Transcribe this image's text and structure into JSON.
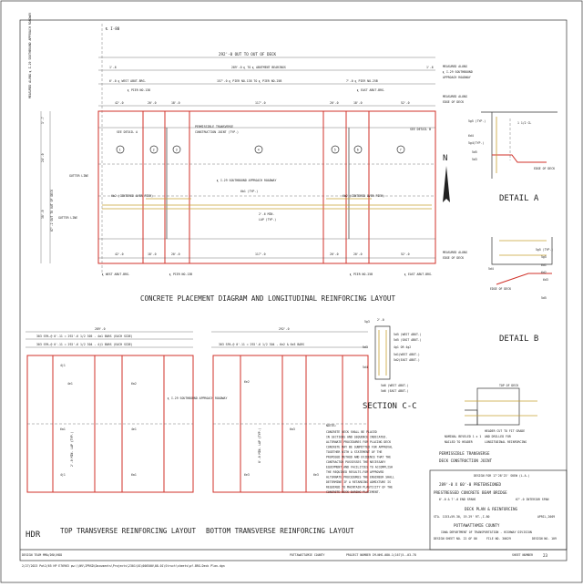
{
  "sheet": {
    "border_color": "#333333",
    "accent_color": "#d03028",
    "note_color": "#c8a030"
  },
  "plan": {
    "cl_i80": "℄ I-80",
    "overall_deck": "292'-0 OUT TO OUT OF DECK",
    "abut_bearings": "289'-0 ℄ TO ℄ ABUTMENT BEARINGS",
    "left_edge_dim": "1'-6",
    "right_edge_dim": "1'-6",
    "span1": "6'-0 ℄ WEST ABUT.BRG.",
    "span2": "157'-0 ℄ PIER NO.138 TO ℄ PIER NO.25B",
    "span3": "7'-0 ℄ PIER NO.25B",
    "pier1": "℄ PIER NO.138",
    "east_abut_top": "℄ EAST ABUT.BRG.",
    "measured_along1": "MEASURED ALONG",
    "measured_along2": "℄ I-29 SOUTHBOUND",
    "measured_along3": "APPROACH ROADWAY",
    "edge_of_deck_top": "MEASURED ALONG",
    "edge_of_deck_top2": "EDGE OF DECK",
    "see_detail_a": "SEE DETAIL A",
    "see_detail_b": "SEE DETAIL B",
    "transverse_joint1": "PERMISSIBLE TRANSVERSE",
    "transverse_joint2": "CONSTRUCTION JOINT (TYP.)",
    "gutter_line_top": "GUTTER LINE",
    "gutter_line_bot": "GUTTER LINE",
    "sb_approach": "℄ I-29 SOUTHBOUND APPROACH ROADWAY",
    "bar_6b2_left": "6b2 (CENTERED OVER PIER)",
    "bar_6b2_right": "6b2 (CENTERED OVER PIER)",
    "bar_6b1": "6b1 (TYP.)",
    "lap": "2'-6 MIN.",
    "lap2": "LAP (TYP.)",
    "seg_dims_top": [
      "42'-0",
      "20'-0",
      "18'-0",
      "117'-0",
      "20'-0",
      "18'-0",
      "52'-0"
    ],
    "seg_dims_bot": [
      "42'-0",
      "18'-0",
      "20'-0",
      "117'-0",
      "20'-0",
      "20'-0",
      "52'-0"
    ],
    "segments": [
      "1",
      "2",
      "3",
      "4",
      "5",
      "6",
      "7"
    ],
    "west_abut_bot": "℄ WEST ABUT.BRG.",
    "pier_bot1": "℄ PIER NO.13B",
    "pier_bot2": "℄ PIER NO.25B",
    "east_abut_bot": "℄ EAST ABUT.BRG.",
    "measured_bot1": "MEASURED ALONG",
    "measured_bot2": "EDGE OF DECK",
    "left_vert": "87'-2 OUT TO OUT OF DECK",
    "left_vert_a": "24'-0",
    "left_vert_b": "36'-0",
    "left_vert_c": "1'-7",
    "measured_left": "MEASURED ALONG ℄ I-29 SOUTHBOUND APPROACH ROADWAY",
    "north": "N",
    "title": "CONCRETE PLACEMENT DIAGRAM AND LONGITUDINAL REINFORCING LAYOUT"
  },
  "detail_a": {
    "title": "DETAIL A",
    "labels": [
      "5g5 (TYP.)",
      "6d4",
      "5d5",
      "5d3",
      "1 1/2 CL",
      "EDGE OF DECK",
      "5g4(TYP.)"
    ]
  },
  "detail_b": {
    "title": "DETAIL B",
    "labels": [
      "5g5 (TYP.)",
      "5g5",
      "6d1",
      "6d2",
      "EDGE OF DECK",
      "5d5",
      "6d3",
      "5d4"
    ]
  },
  "top_layout": {
    "title": "TOP TRANSVERSE REINFORCING LAYOUT",
    "dim1": "289'-0",
    "dim2": "303 SPA.@ 0'-11 = 292'-6 1/2 305 - 4a1 BARS (EACH SIDE)",
    "dim3": "303 SPA.@ 0'-11 = 292'-6 1/2 304 - 4j1 BARS (EACH SIDE)",
    "labels": [
      "4j1",
      "4e1",
      "6a1",
      "4j1",
      "6a2",
      "4e1",
      "6a1"
    ],
    "approach": "℄ I-29 SOUTHBOUND APPROACH ROADWAY",
    "lap": "2'-0 MIN. LAP (TYP.)"
  },
  "bottom_layout": {
    "title": "BOTTOM TRANSVERSE REINFORCING LAYOUT",
    "dim1": "292'-0",
    "dim2": "303 SPA.@ 0'-11 = 292'-6 1/2 304 - 6e2 & 6e3 BARS",
    "labels": [
      "6e2",
      "6a3",
      "6e3",
      "6e3"
    ],
    "lap": "8'-0 MIN. LAP (TYP.)"
  },
  "section_cc": {
    "title": "SECTION C-C",
    "labels": [
      "5g3",
      "5d3",
      "5d4",
      "5d5 (WEST ABUT.)",
      "5d5 (EAST ABUT.)",
      "4g1 OR 4g2",
      "5d1(WEST ABUT.)",
      "5d2(EAST ABUT.)",
      "2'-0",
      "5d6 (WEST ABUT.)",
      "5d6 (EAST ABUT.)"
    ]
  },
  "notes": {
    "heading": "NOTES:",
    "lines": [
      "CONCRETE DECK SHALL BE PLACED",
      "IN SECTIONS AND SEQUENCE INDICATED.",
      "ALTERNATE PROCEDURES FOR PLACING DECK",
      "CONCRETE MAY BE SUBMITTED FOR APPROVAL",
      "TOGETHER WITH A STATEMENT OF THE",
      "PROPOSED METHOD AND EVIDENCE THAT THE",
      "CONTRACTOR POSSESSES THE NECESSARY",
      "EQUIPMENT AND FACILITIES TO ACCOMPLISH",
      "THE REQUIRED RESULTS.FOR APPROVED",
      "ALTERNATE PROCEDURES THE ENGINEER SHALL",
      "DETERMINE IF A RETARDING ADMIXTURE IS",
      "REQUIRED TO MAINTAIN PLASTICITY OF THE",
      "CONCRETE DECK DURING PLACEMENT."
    ]
  },
  "joint_detail": {
    "title1": "PERMISSIBLE TRANSVERSE",
    "title2": "DECK CONSTRUCTION JOINT",
    "labels": [
      "TOP OF DECK",
      "HEADER CUT TO FIT GRADE",
      "AND DRILLED FOR",
      "LONGITUDINAL REINFORCING",
      "NOMINAL BEVELED 1 x 1",
      "NAILED TO HEADER"
    ]
  },
  "title_block": {
    "design_for": "DESIGN FOR 17'28'23' SKEW (L.A.)",
    "line1": "289'-0 X 60'-0 PRETENSIONED",
    "line2": "PRESTRESSED CONCRETE BEAM BRIDGE",
    "line3a": "6'-0 & 7'-0 END SPANS",
    "line3b": "67'-0 INTERIOR SPAN",
    "line4": "DECK PLAN & REINFORCING",
    "sta": "STA. 1153+59.30, 19.29' RT.,I-80",
    "date": "APRIL,2009",
    "county": "POTTAWATTAMIE COUNTY",
    "dept": "IOWA DEPARTMENT OF TRANSPORTATION - HIGHWAY DIVISION",
    "design_sheet": "DESIGN SHEET NO. 22 OF 86",
    "file_no": "FILE NO. 30629",
    "design_no": "DESIGN NO. 109",
    "logo": "HDR"
  },
  "footer": {
    "design_team": "DESIGN TEAM  MMA/DSK/HDD",
    "county": "POTTAWATTAMIE COUNTY",
    "project": "PROJECT NUMBER  IM-NHS-080-1(167)5--03-78",
    "sheet_label": "SHEET NUMBER",
    "sheet_no": "23",
    "path_line": "2/27/2023  Pot2/65 HP  E76963  pw:\\\\NV\\IPRSD\\Documents\\Projects\\2301\\01\\006500\\08-01\\Struct\\sheets\\pf-BRG-Deck Plan.dgn"
  }
}
